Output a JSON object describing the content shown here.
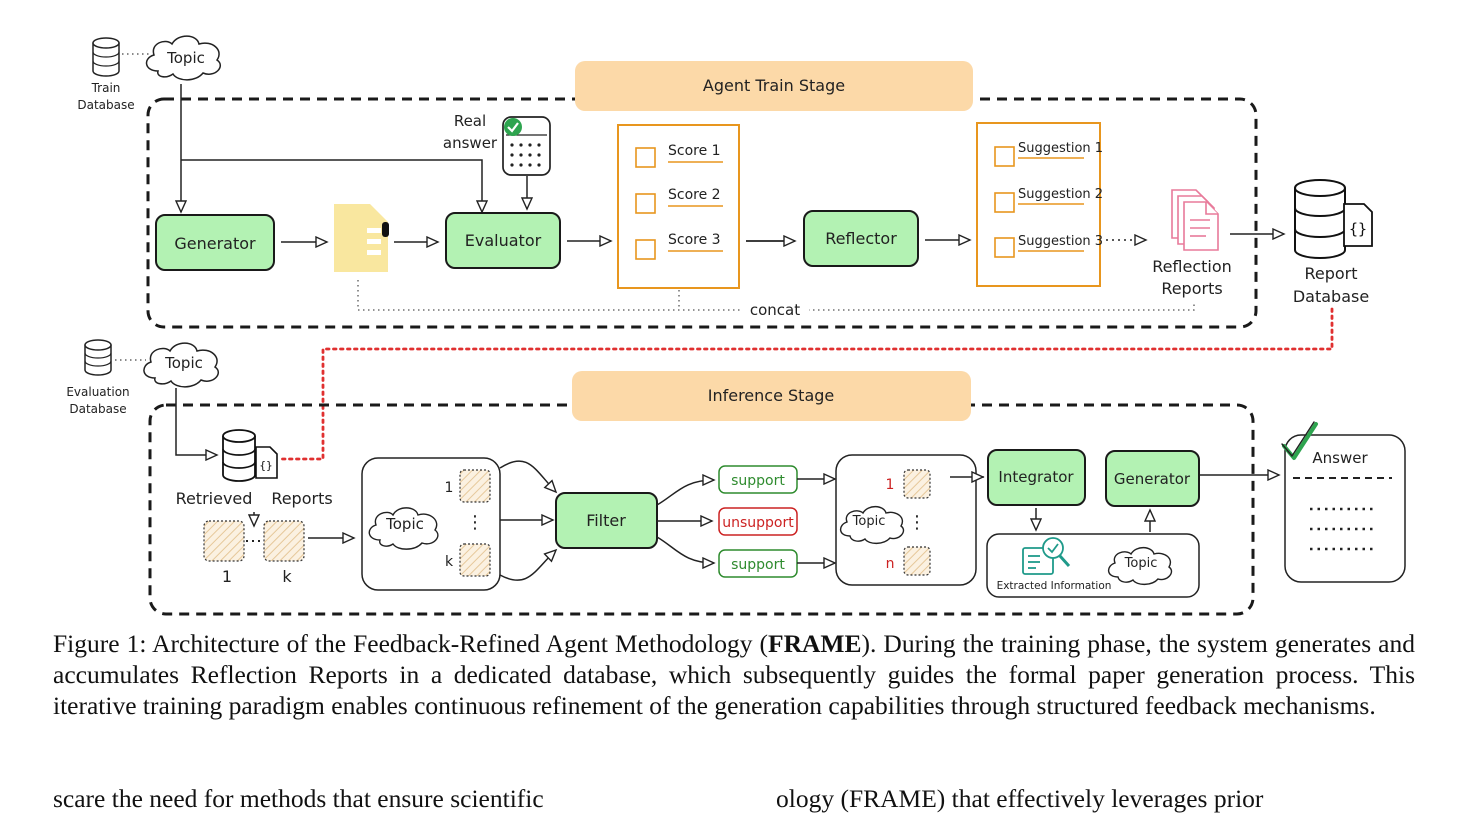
{
  "diagram": {
    "train": {
      "db_label_1": "Train",
      "db_label_2": "Database",
      "topic": "Topic",
      "stage_title": "Agent Train Stage",
      "real_answer_1": "Real",
      "real_answer_2": "answer",
      "generator": "Generator",
      "evaluator": "Evaluator",
      "reflector": "Reflector",
      "scores": [
        "Score 1",
        "Score 2",
        "Score 3"
      ],
      "suggestions": [
        "Suggestion 1",
        "Suggestion 2",
        "Suggestion 3"
      ],
      "reflection_reports_1": "Reflection",
      "reflection_reports_2": "Reports",
      "concat": "concat",
      "report_db_1": "Report",
      "report_db_2": "Database"
    },
    "inference": {
      "db_label_1": "Evaluation",
      "db_label_2": "Database",
      "topic": "Topic",
      "stage_title": "Inference Stage",
      "retrieved": "Retrieved",
      "reports": "Reports",
      "idx_1": "1",
      "idx_k": "k",
      "dots": "⋮",
      "filter": "Filter",
      "support_1": "support",
      "unsupport": "unsupport",
      "support_2": "support",
      "idx_n": "n",
      "integrator": "Integrator",
      "generator": "Generator",
      "extracted_info": "Extracted Information",
      "answer": "Answer"
    }
  },
  "caption": {
    "prefix": "Figure 1: Architecture of the Feedback-Refined Agent Methodology (",
    "bold": "FRAME",
    "suffix": "). During the training phase, the system generates and accumulates Reflection Reports in a dedicated database, which subsequently guides the formal paper generation process. This iterative training paradigm enables continuous refinement of the generation capabilities through structured feedback mechanisms."
  },
  "cutoff_text": {
    "left": "scare the need for methods that ensure scientific",
    "right": "ology (FRAME) that effectively leverages prior"
  },
  "colors": {
    "node_fill": "#b3f2b3",
    "stage_banner": "#fcd9a8",
    "orange": "#e8961e",
    "support_green": "#2e8b2e",
    "unsupport_red": "#cc2222",
    "dotted_red": "#e03030",
    "doc_yellow": "#f9e79f",
    "report_pink": "#e87a9a"
  }
}
